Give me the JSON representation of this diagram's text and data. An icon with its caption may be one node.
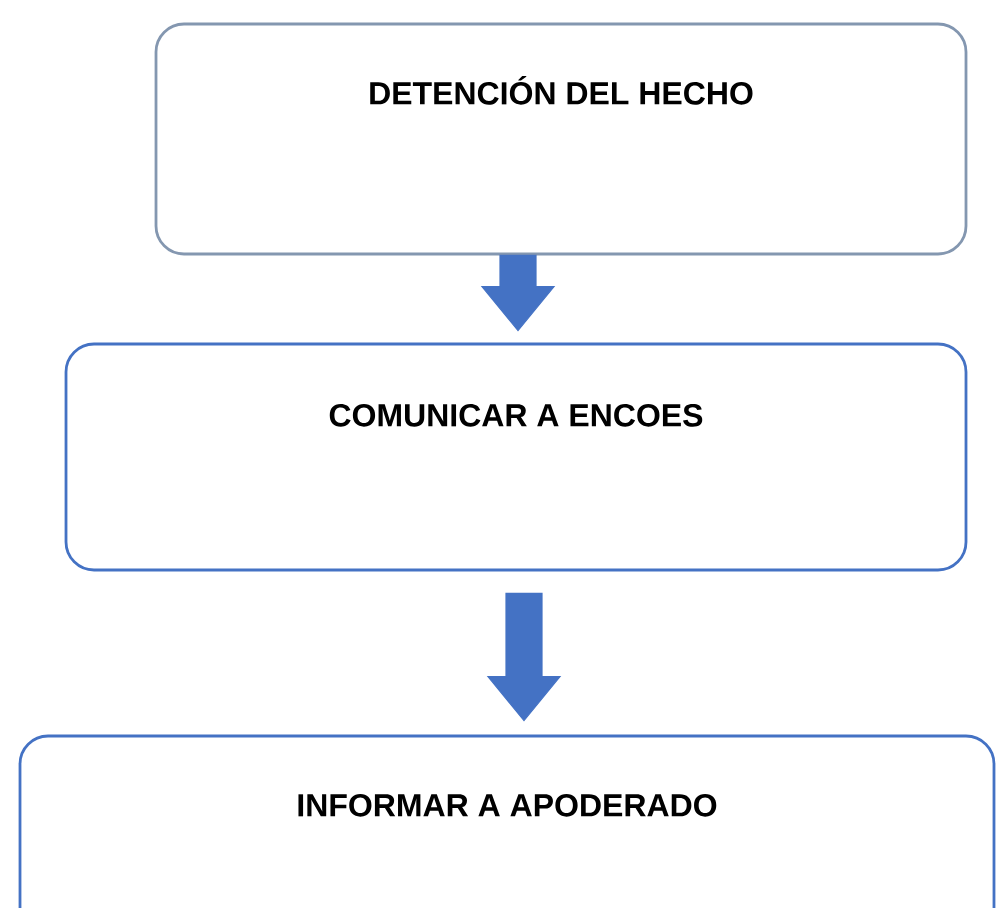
{
  "diagram": {
    "nodes": [
      {
        "text": [
          "DETENCIÓN DEL HECHO"
        ]
      },
      {
        "text": [
          "COMUNICAR A ENCOES"
        ]
      },
      {
        "text": [
          "INFORMAR A APODERADO"
        ]
      }
    ],
    "edges": [
      {
        "from": 0,
        "to": 1,
        "arrow": "to"
      },
      {
        "from": 1,
        "to": 2,
        "arrow": "to"
      }
    ]
  }
}
